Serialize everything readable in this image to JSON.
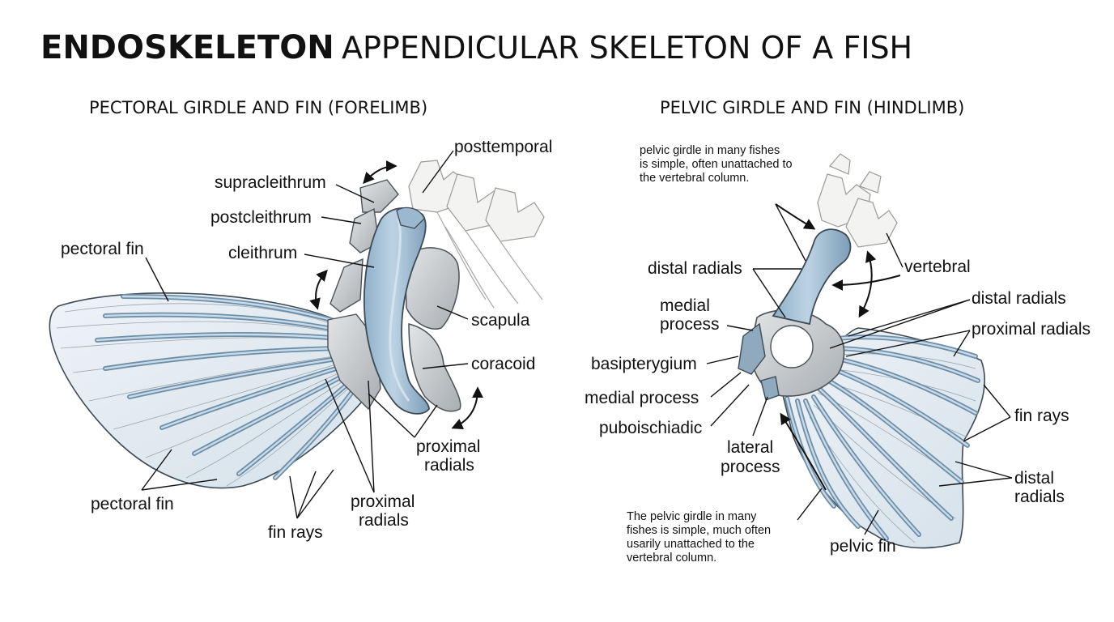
{
  "title": {
    "main": "ENDOSKELETON",
    "sub": "APPENDICULAR SKELETON OF A FISH"
  },
  "pectoral": {
    "heading": "PECTORAL GIRDLE AND FIN (FORELIMB)",
    "labels": {
      "posttemporal": "posttemporal",
      "supracleithrum": "supracleithrum",
      "postcleithrum": "postcleithrum",
      "cleithrum": "cleithrum",
      "pectoral_fin_top": "pectoral fin",
      "scapula": "scapula",
      "coracoid": "coracoid",
      "proximal_radials_right_1": "proximal",
      "proximal_radials_right_2": "radials",
      "proximal_radials_bottom_1": "proximal",
      "proximal_radials_bottom_2": "radials",
      "fin_rays": "fin rays",
      "pectoral_fin_bottom": "pectoral fin"
    }
  },
  "pelvic": {
    "heading": "PELVIC GIRDLE AND FIN (HINDLIMB)",
    "note_top": [
      "pelvic girdle in many fishes",
      "is simple, often unattached to",
      "the vertebral column."
    ],
    "note_bottom": [
      "The pelvic girdle in many",
      "fishes is simple, much often",
      "usarily unattached to the",
      "vertebral column."
    ],
    "labels": {
      "distal_radials_left": "distal radials",
      "vertebral": "vertebral",
      "distal_radials_right": "distal radials",
      "proximal_radials": "proximal radials",
      "medial_process_1": "medial",
      "medial_process_2": "process",
      "basipterygium": "basipterygium",
      "medial_process_lower": "medial process",
      "puboischiadic": "puboischiadic",
      "lateral_process_1": "lateral",
      "lateral_process_2": "process",
      "fin_rays": "fin rays",
      "distal_radials_bottom_1": "distal",
      "distal_radials_bottom_2": "radials",
      "pelvic_fin": "pelvic fin"
    }
  },
  "colors": {
    "bone_blue": "#a9c3d8",
    "bone_blue_dark": "#6f8fa8",
    "cartilage_gray": "#cfd2d3",
    "fin_membrane": "#e6edf3",
    "outline": "#3d4a55"
  }
}
